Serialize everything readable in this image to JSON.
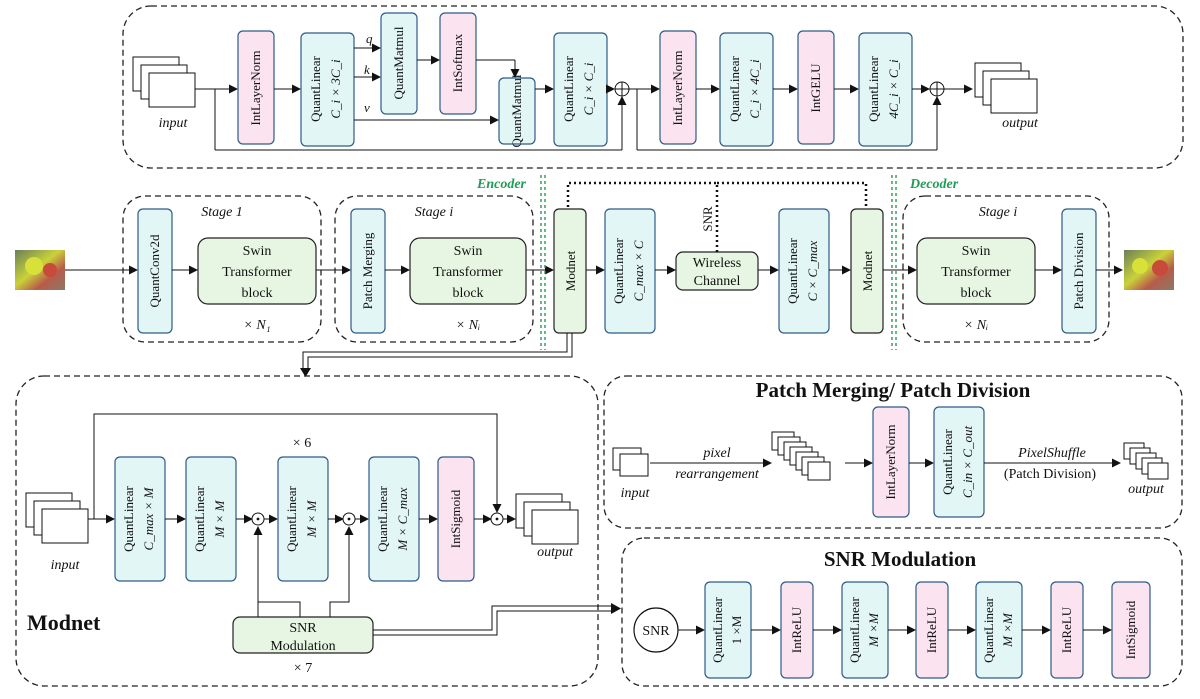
{
  "colors": {
    "pink": "#fbe3ef",
    "cyan": "#e3f6f6",
    "green": "#e7f6e2",
    "blue_border": "#2e5b8a",
    "encoder_green": "#1f9d55"
  },
  "top_block": {
    "input_label": "input",
    "output_label": "output",
    "ln1": "IntLayerNorm",
    "ql1": "QuantLinear",
    "ql1_dim": "C_i × 3C_i",
    "q": "q",
    "k": "k",
    "v": "v",
    "matmul1": "QuantMatmul",
    "softmax": "IntSoftmax",
    "matmul2": "QuantMatmul",
    "ql2": "QuantLinear",
    "ql2_dim": "C_i × C_i",
    "ln2": "IntLayerNorm",
    "ql3": "QuantLinear",
    "ql3_dim": "C_i × 4C_i",
    "gelu": "IntGELU",
    "ql4": "QuantLinear",
    "ql4_dim": "4C_i × C_i",
    "add_symbol": "⊕"
  },
  "pipeline": {
    "encoder_label": "Encoder",
    "decoder_label": "Decoder",
    "stage1_title": "Stage 1",
    "stagei_title": "Stage i",
    "quantconv": "QuantConv2d",
    "swin1": [
      "Swin",
      "Transformer",
      "block"
    ],
    "n1": "× N₁",
    "patch_merging": "Patch Merging",
    "swin2": [
      "Swin",
      "Transformer",
      "block"
    ],
    "ni": "× Nᵢ",
    "modnet1": "Modnet",
    "ql_enc": "QuantLinear",
    "ql_enc_dim": "C_max × C",
    "snr": "SNR",
    "wireless": [
      "Wireless",
      "Channel"
    ],
    "ql_dec": "QuantLinear",
    "ql_dec_dim": "C × C_max",
    "modnet2": "Modnet",
    "dec_stage_title": "Stage i",
    "swin3": [
      "Swin",
      "Transformer",
      "block"
    ],
    "ni2": "× Nᵢ",
    "patch_division": "Patch Division"
  },
  "modnet_block": {
    "title": "Modnet",
    "input_label": "input",
    "output_label": "output",
    "x6": "× 6",
    "x7": "× 7",
    "ql1": "QuantLinear",
    "ql1_dim": "C_max × M",
    "ql2": "QuantLinear",
    "ql2_dim": "M × M",
    "ql3": "QuantLinear",
    "ql3_dim": "M × M",
    "ql4": "QuantLinear",
    "ql4_dim": "M × C_max",
    "sigmoid": "IntSigmoid",
    "snr_mod": [
      "SNR",
      "Modulation"
    ],
    "mul_symbol": "⊙"
  },
  "patch_block": {
    "title": "Patch Merging/ Patch Division",
    "input_label": "input",
    "output_label": "output",
    "pixel": "pixel",
    "rearrangement": "rearrangement",
    "ln": "IntLayerNorm",
    "ql": "QuantLinear",
    "ql_dim": "C_in × C_out",
    "pixelshuffle": "PixelShuffle",
    "patch_division": "(Patch Division)"
  },
  "snr_block": {
    "title": "SNR Modulation",
    "snr": "SNR",
    "ql1": "QuantLinear",
    "ql1_dim": "1 ×M",
    "relu1": "IntReLU",
    "ql2": "QuantLinear",
    "ql2_dim": "M ×M",
    "relu2": "IntReLU",
    "ql3": "QuantLinear",
    "ql3_dim": "M ×M",
    "relu3": "IntReLU",
    "sigmoid": "IntSigmoid"
  }
}
